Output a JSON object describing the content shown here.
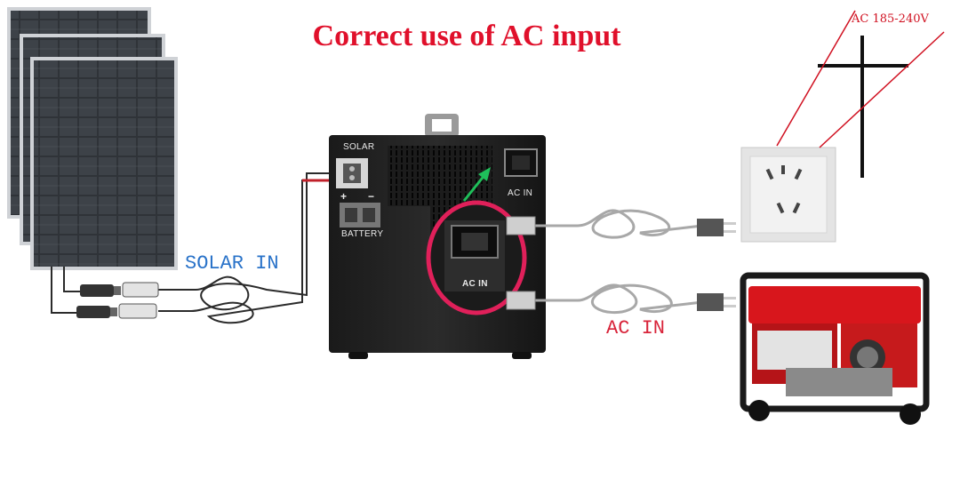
{
  "title": "Correct use of AC input",
  "labels": {
    "solar_in": "SOLAR IN",
    "ac_in": "AC IN",
    "voltage": "AC 185-240V"
  },
  "device": {
    "solar_port": "SOLAR",
    "battery_port": "BATTERY",
    "ac_in_port": "AC IN",
    "ac_in_zoom": "AC IN",
    "plus": "+",
    "minus": "−"
  },
  "colors": {
    "title": "#e0102b",
    "solar_label": "#2a73c9",
    "ac_label": "#d8243a",
    "highlight_ring": "#e0205a",
    "arrow": "#1fbf5a"
  }
}
